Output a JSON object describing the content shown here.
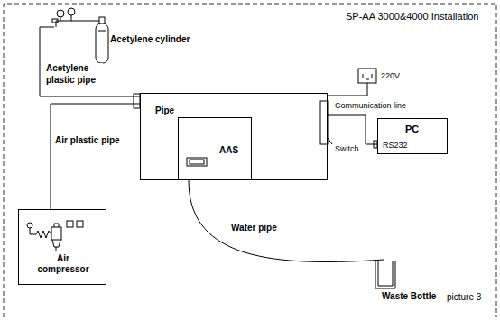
{
  "diagram": {
    "title": "SP-AA 3000&4000 Installation",
    "caption": "picture 3",
    "nodes": [
      {
        "text": [
          "Acetylene cylinder"
        ]
      },
      {
        "text": [
          "Pipe"
        ]
      },
      {
        "text": [
          "AAS"
        ],
        "in": 1
      },
      {
        "text": [
          "PC",
          "RS232"
        ]
      },
      {
        "text": [
          "Air compressor"
        ]
      },
      {
        "text": [
          "Waste Bottle"
        ]
      }
    ],
    "edges": [
      {
        "from": 0,
        "to": 1,
        "arrow": "none"
      },
      {
        "from": 4,
        "to": 1,
        "arrow": "none"
      },
      {
        "from": 1,
        "to": 3,
        "arrow": "none"
      },
      {
        "from": 2,
        "to": 5,
        "arrow": "none"
      }
    ],
    "labels": [
      "Acetylene plastic pipe",
      "220V",
      "Communication line",
      "Switch",
      "Air plastic pipe",
      "Water pipe"
    ]
  }
}
